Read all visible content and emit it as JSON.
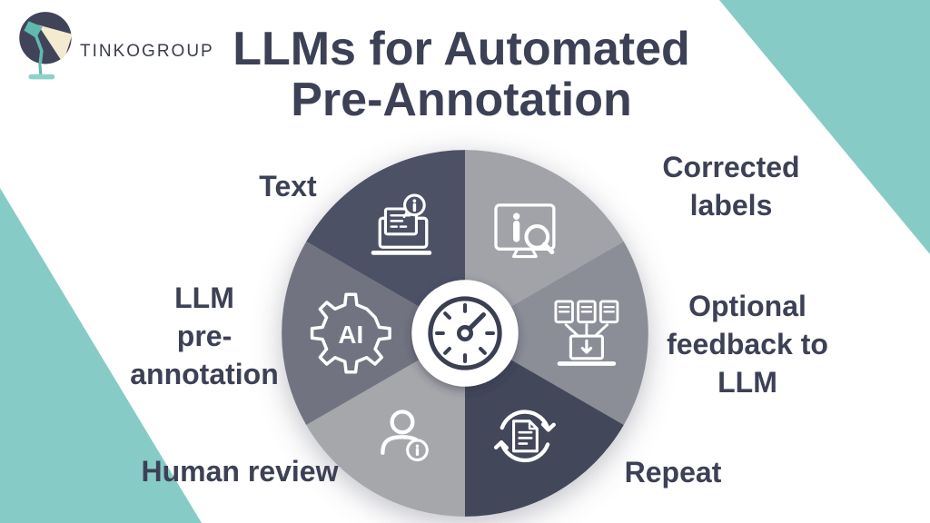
{
  "brand": {
    "wordmark": "TINKOGROUP",
    "logo_icon": "desk-lamp-icon"
  },
  "title": {
    "text": "LLMs for Automated\nPre-Annotation"
  },
  "wheel": {
    "center_icon": "speedometer-icon",
    "gear_text": "AI",
    "segments": [
      {
        "label": "Text",
        "icon": "laptop-document-info-icon",
        "color": "#4d5166"
      },
      {
        "label": "Corrected labels",
        "icon": "monitor-info-magnifier-icon",
        "color": "#a1a3a9"
      },
      {
        "label": "Optional\nfeedback to\nLLM",
        "icon": "documents-to-laptop-icon",
        "color": "#8b8e97"
      },
      {
        "label": "Repeat",
        "icon": "document-refresh-icon",
        "color": "#424759"
      },
      {
        "label": "Human review",
        "icon": "person-info-icon",
        "color": "#a6a7ab"
      },
      {
        "label": "LLM\npre-\nannotation",
        "icon": "gear-ai-icon",
        "color": "#717480"
      }
    ]
  },
  "colors": {
    "teal": "#87cbc7",
    "ink": "#3d4156",
    "hub_ink": "#3a3f52",
    "background": "#ffffff",
    "icon_stroke": "#ffffff",
    "logo_navy": "#414459",
    "logo_teal": "#5fb9ae",
    "logo_teal_light": "#8ed1c9",
    "logo_cream": "#f3ead0"
  }
}
